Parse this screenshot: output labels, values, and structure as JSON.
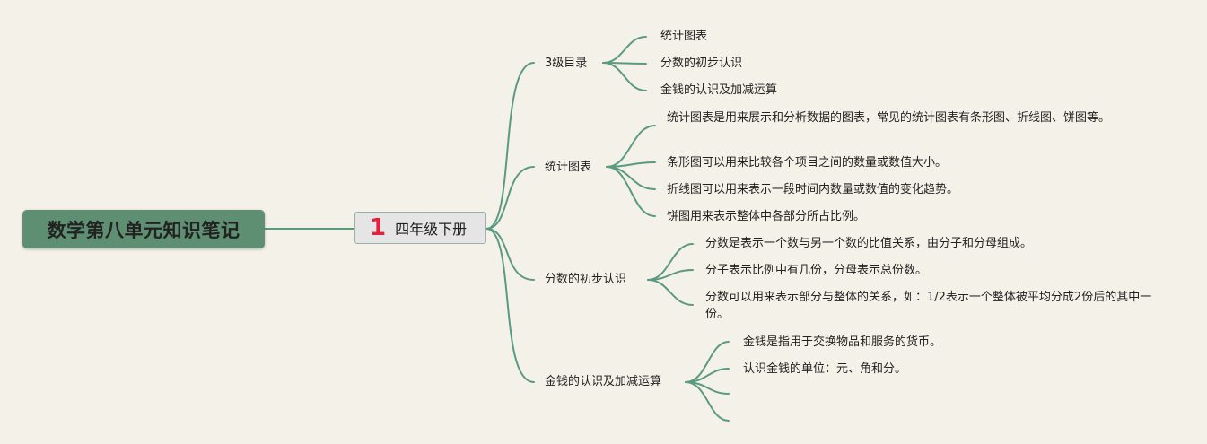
{
  "root": {
    "title": "数学第八单元知识笔记"
  },
  "subroot": {
    "badge": "1",
    "label": "四年级下册"
  },
  "branches": [
    {
      "label": "3级目录",
      "children": [
        "统计图表",
        "分数的初步认识",
        "金钱的认识及加减运算"
      ]
    },
    {
      "label": "统计图表",
      "children": [
        "统计图表是用来展示和分析数据的图表，常见的统计图表有条形图、折线图、饼图等。",
        "条形图可以用来比较各个项目之间的数量或数值大小。",
        "折线图可以用来表示一段时间内数量或数值的变化趋势。",
        "饼图用来表示整体中各部分所占比例。"
      ]
    },
    {
      "label": "分数的初步认识",
      "children": [
        "分数是表示一个数与另一个数的比值关系，由分子和分母组成。",
        "分子表示比例中有几份，分母表示总份数。",
        "分数可以用来表示部分与整体的关系，如：1/2表示一个整体被平均分成2份后的其中一份。"
      ]
    },
    {
      "label": "金钱的认识及加减运算",
      "children": [
        "金钱是指用于交换物品和服务的货币。",
        "认识金钱的单位：元、角和分。",
        "",
        ""
      ]
    }
  ]
}
